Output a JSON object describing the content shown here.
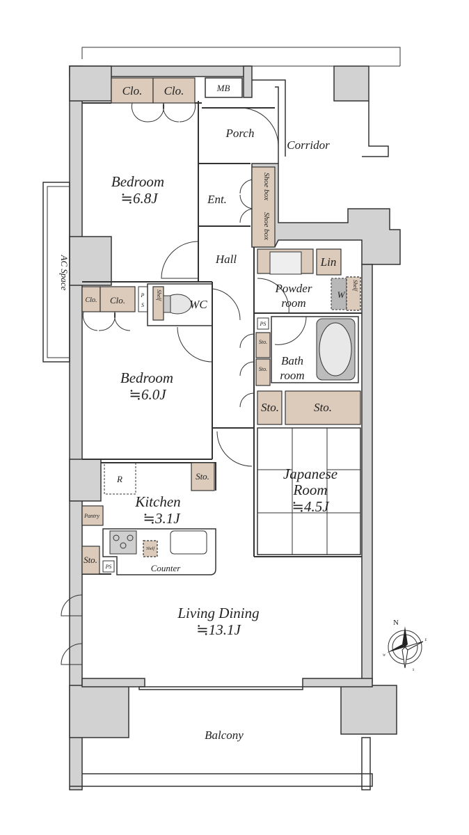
{
  "rooms": {
    "bedroom1": {
      "label": "Bedroom",
      "size": "≒6.8J"
    },
    "bedroom2": {
      "label": "Bedroom",
      "size": "≒6.0J"
    },
    "kitchen": {
      "label": "Kitchen",
      "size": "≒3.1J"
    },
    "japanese": {
      "label1": "Japanese",
      "label2": "Room",
      "size": "≒4.5J"
    },
    "living": {
      "label": "Living Dining",
      "size": "≒13.1J"
    },
    "balcony": "Balcony",
    "corridor": "Corridor",
    "porch": "Porch",
    "entrance": "Ent.",
    "hall": "Hall",
    "wc": "WC",
    "powder": {
      "label1": "Powder",
      "label2": "room"
    },
    "bath": {
      "label1": "Bath",
      "label2": "room"
    },
    "ac_space": "AC Space"
  },
  "fixtures": {
    "closet": "Clo.",
    "mb": "MB",
    "shoe_box": "Shoe box",
    "linen": "Lin",
    "storage": "Sto.",
    "pantry": "Pantry",
    "shelf": "Shelf",
    "ps": "PS",
    "ps_stacked_1": "P",
    "ps_stacked_2": "S",
    "washer": "W",
    "fridge": "R",
    "counter": "Counter"
  },
  "compass": {
    "north": "N",
    "east": "E",
    "south": "S",
    "west": "W"
  }
}
